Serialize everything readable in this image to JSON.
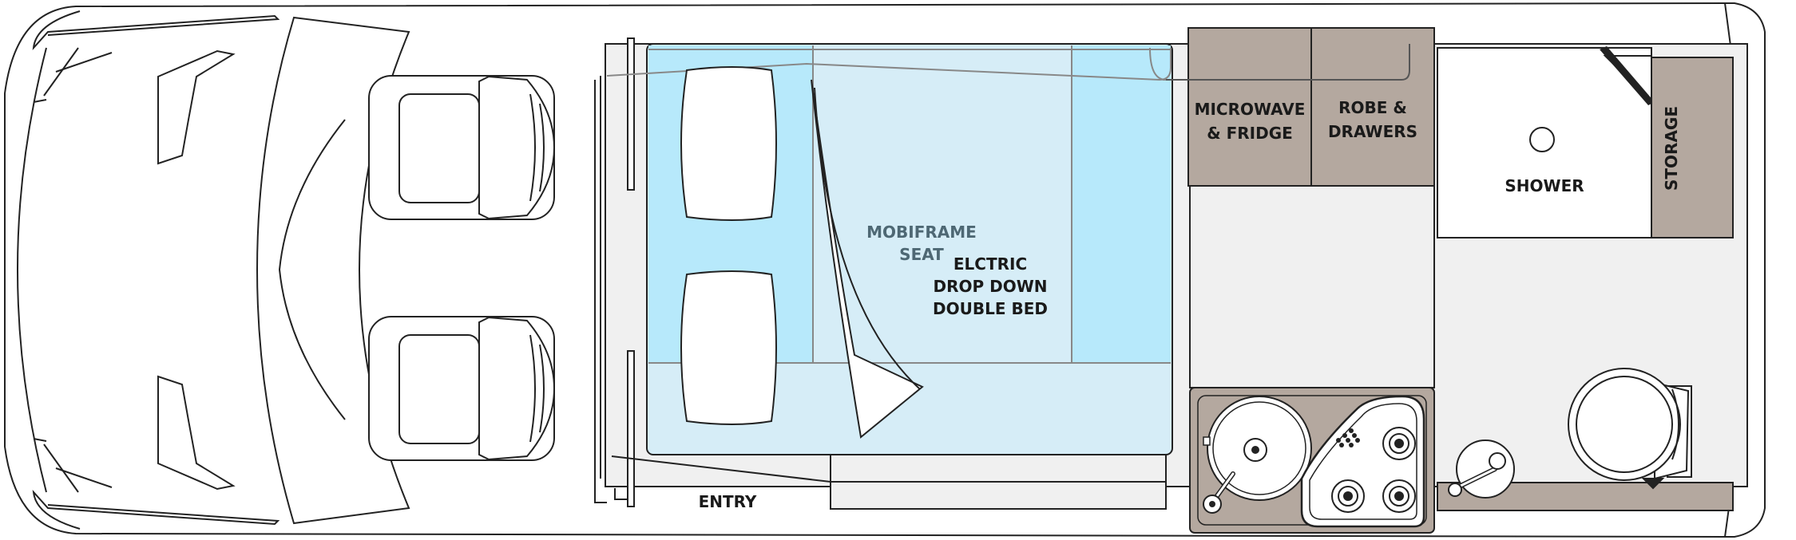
{
  "colors": {
    "bed_blue": "#b7e9fb",
    "bed_light": "#d6edf7",
    "cabinet": "#b4a89f",
    "floor": "#f0f0f0",
    "outline": "#222222",
    "grey_line": "#888888",
    "label_dark": "#1a1a1a",
    "label_grey": "#4e6874"
  },
  "labels": {
    "microwave_1": "MICROWAVE",
    "microwave_2": "& FRIDGE",
    "robe_1": "ROBE &",
    "robe_2": "DRAWERS",
    "shower": "SHOWER",
    "storage": "STORAGE",
    "seat_1": "MOBIFRAME",
    "seat_2": "SEAT",
    "bed_1": "ELCTRIC",
    "bed_2": "DROP DOWN",
    "bed_3": "DOUBLE BED",
    "entry": "ENTRY"
  }
}
